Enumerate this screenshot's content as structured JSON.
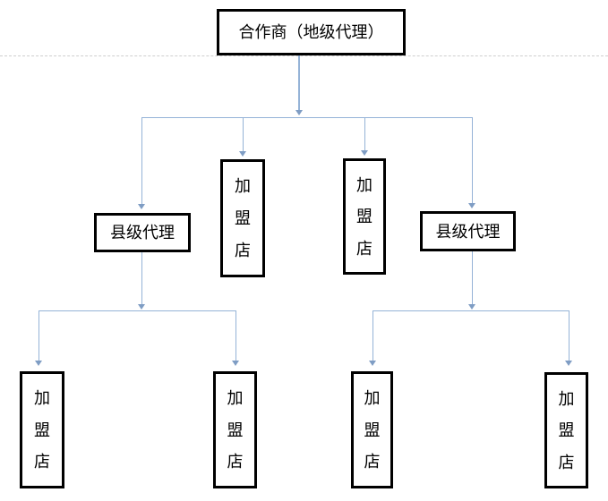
{
  "diagram": {
    "type": "org-tree-flowchart",
    "colors": {
      "connector_line": "#95b3d7",
      "arrowhead": "#7f9dc4",
      "box_border": "#000000",
      "page_boundary_dash": "#cfcfcf",
      "background": "#ffffff"
    },
    "nodes": {
      "root": {
        "label": "合作商（地级代理）"
      },
      "county_agent_left": {
        "label": "县级代理"
      },
      "county_agent_right": {
        "label": "县级代理"
      },
      "franchise_mid_left": {
        "label": "加盟店"
      },
      "franchise_mid_right": {
        "label": "加盟店"
      },
      "franchise_bottom_1": {
        "label": "加盟店"
      },
      "franchise_bottom_2": {
        "label": "加盟店"
      },
      "franchise_bottom_3": {
        "label": "加盟店"
      },
      "franchise_bottom_4": {
        "label": "加盟店"
      }
    },
    "edges": [
      {
        "from": "root",
        "to": "county_agent_left"
      },
      {
        "from": "root",
        "to": "franchise_mid_left"
      },
      {
        "from": "root",
        "to": "franchise_mid_right"
      },
      {
        "from": "root",
        "to": "county_agent_right"
      },
      {
        "from": "county_agent_left",
        "to": "franchise_bottom_1"
      },
      {
        "from": "county_agent_left",
        "to": "franchise_bottom_2"
      },
      {
        "from": "county_agent_right",
        "to": "franchise_bottom_3"
      },
      {
        "from": "county_agent_right",
        "to": "franchise_bottom_4"
      }
    ]
  }
}
